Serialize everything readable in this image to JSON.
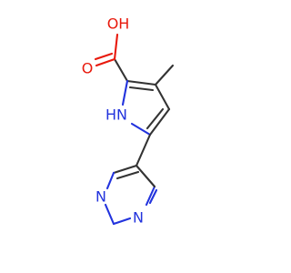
{
  "molecule": {
    "atom_labels": {
      "hydroxyl": "OH",
      "carbonyl_o": "O",
      "pyrrole_nh": "HN",
      "pyrimidine_n1": "N",
      "pyrimidine_n2": "N"
    },
    "colors": {
      "carbon_bond": "#333333",
      "oxygen": "#e8190c",
      "nitrogen": "#2233dd",
      "background": "#ffffff"
    }
  }
}
